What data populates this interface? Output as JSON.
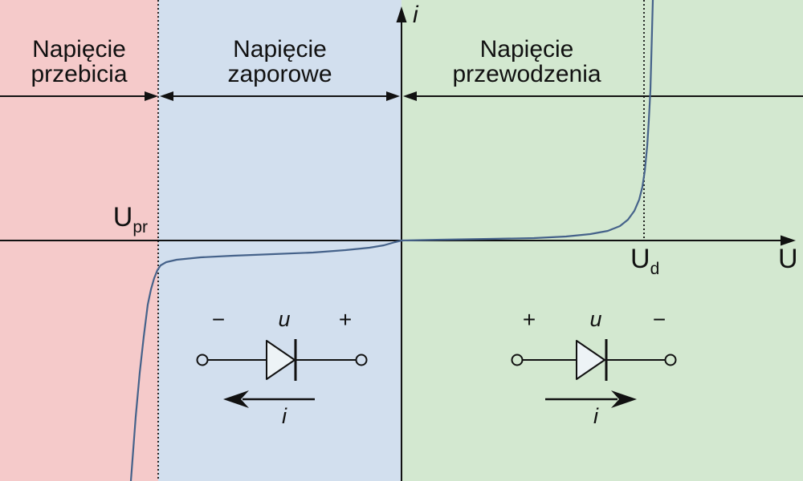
{
  "colors": {
    "breakdown_region": "#f5caca",
    "reverse_region": "#d2dfee",
    "forward_region": "#d3e8d0",
    "curve": "#45628a",
    "line": "#111111",
    "diode_fill": "#edf3f6"
  },
  "regions": {
    "breakdown": {
      "line1": "Napięcie",
      "line2": "przebicia"
    },
    "reverse": {
      "line1": "Napięcie",
      "line2": "zaporowe"
    },
    "forward": {
      "line1": "Napięcie",
      "line2": "przewodzenia"
    }
  },
  "axis": {
    "x_label": "U",
    "y_label": "i"
  },
  "markers": {
    "upr_base": "U",
    "upr_sub": "pr",
    "ud_base": "U",
    "ud_sub": "d"
  },
  "diode_reverse": {
    "left_sign": "−",
    "voltage": "u",
    "right_sign": "+",
    "current": "i"
  },
  "diode_forward": {
    "left_sign": "+",
    "voltage": "u",
    "right_sign": "−",
    "current": "i"
  },
  "curve": {
    "reverse_points": [
      [
        163,
        600
      ],
      [
        166,
        560
      ],
      [
        169,
        520
      ],
      [
        174,
        465
      ],
      [
        179,
        420
      ],
      [
        184,
        380
      ],
      [
        188,
        361
      ],
      [
        192,
        347
      ],
      [
        196,
        337
      ],
      [
        200,
        331
      ],
      [
        207,
        327
      ],
      [
        220,
        324
      ],
      [
        250,
        321
      ],
      [
        290,
        319
      ],
      [
        340,
        317
      ],
      [
        390,
        315
      ],
      [
        430,
        312
      ],
      [
        460,
        309
      ],
      [
        478,
        306
      ],
      [
        492,
        302
      ],
      [
        500,
        300
      ]
    ],
    "forward_points": [
      [
        500,
        300
      ],
      [
        550,
        299
      ],
      [
        610,
        298
      ],
      [
        665,
        297
      ],
      [
        705,
        295
      ],
      [
        735,
        292
      ],
      [
        757,
        288
      ],
      [
        772,
        282
      ],
      [
        782,
        274
      ],
      [
        790,
        263
      ],
      [
        796,
        249
      ],
      [
        800,
        233
      ],
      [
        803,
        213
      ],
      [
        806,
        182
      ],
      [
        808,
        150
      ],
      [
        810,
        112
      ],
      [
        811,
        75
      ],
      [
        812,
        38
      ],
      [
        813,
        0
      ]
    ]
  },
  "chart_data": {
    "type": "line",
    "title": "",
    "xlabel": "U",
    "ylabel": "i",
    "axis_numeric_ticks": false,
    "zones": [
      "Napięcie przebicia",
      "Napięcie zaporowe",
      "Napięcie przewodzenia"
    ],
    "threshold_markers": [
      "Upr",
      "Ud"
    ],
    "description": "Diode current–voltage characteristic: steep breakdown branch left of Upr, tiny reverse current between Upr and 0, exponential forward rise near Ud"
  }
}
